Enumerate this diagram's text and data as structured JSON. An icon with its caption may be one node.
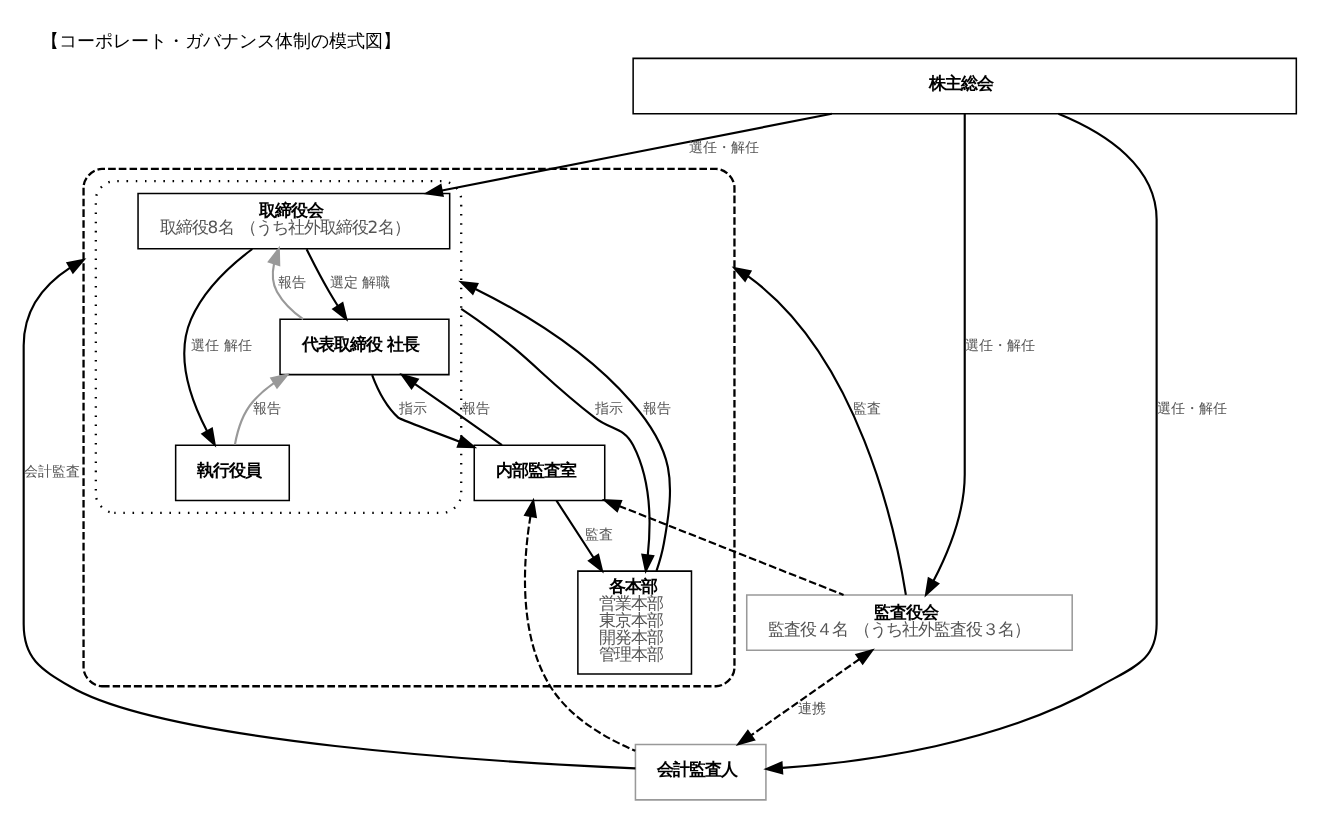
{
  "diagram": {
    "title": "【コーポレート・ガバナンス体制の模式図】",
    "nodes": [
      {
        "text": [
          "株主総会"
        ]
      },
      {
        "text": [],
        "shape": "box"
      },
      {
        "text": [],
        "shape": "box",
        "in": 1
      },
      {
        "text": [
          "取締役会",
          "取締役8名 （うち社外取締役2名）"
        ],
        "in": 2
      },
      {
        "text": [
          "代表取締役 社長"
        ],
        "in": 2
      },
      {
        "text": [
          "執行役員"
        ],
        "in": 2
      },
      {
        "text": [
          "内部監査室"
        ],
        "in": 1
      },
      {
        "text": [
          "各本部",
          "営業本部",
          "東京本部",
          "開発本部",
          "管理本部"
        ],
        "in": 1
      },
      {
        "text": [
          "監査役会",
          "監査役４名 （うち社外監査役３名）"
        ]
      },
      {
        "text": [
          "会計監査人"
        ]
      }
    ],
    "edges": [
      {
        "from": 0,
        "to": 3,
        "arrow": "to",
        "label": "選任・解任"
      },
      {
        "from": 0,
        "to": 8,
        "arrow": "to",
        "label": "選任・解任"
      },
      {
        "from": 0,
        "to": 9,
        "arrow": "to",
        "label": "選任・解任"
      },
      {
        "from": 3,
        "to": 4,
        "arrow": "to",
        "label": "選定 解職"
      },
      {
        "from": 3,
        "to": 5,
        "arrow": "to",
        "label": "選任 解任"
      },
      {
        "from": 4,
        "to": 3,
        "arrow": "to",
        "label": "報告",
        "color": "#999999"
      },
      {
        "from": 5,
        "to": 4,
        "arrow": "to",
        "label": "報告",
        "color": "#999999"
      },
      {
        "from": 4,
        "to": 6,
        "arrow": "to",
        "label": "指示"
      },
      {
        "from": 6,
        "to": 4,
        "arrow": "to",
        "label": "報告"
      },
      {
        "from": 2,
        "to": 7,
        "arrow": "to",
        "label": "指示"
      },
      {
        "from": 7,
        "to": 2,
        "arrow": "to",
        "label": "報告"
      },
      {
        "from": 6,
        "to": 7,
        "arrow": "to",
        "label": "監査"
      },
      {
        "from": 8,
        "to": 1,
        "arrow": "to",
        "label": "監査"
      },
      {
        "from": 9,
        "to": 1,
        "arrow": "to",
        "label": "会計監査"
      },
      {
        "from": 8,
        "to": 9,
        "arrow": "both",
        "label": "連携",
        "style": "dashed"
      },
      {
        "from": 8,
        "to": 6,
        "arrow": "to",
        "style": "dashed"
      },
      {
        "from": 9,
        "to": 6,
        "arrow": "to",
        "style": "dashed"
      }
    ]
  }
}
